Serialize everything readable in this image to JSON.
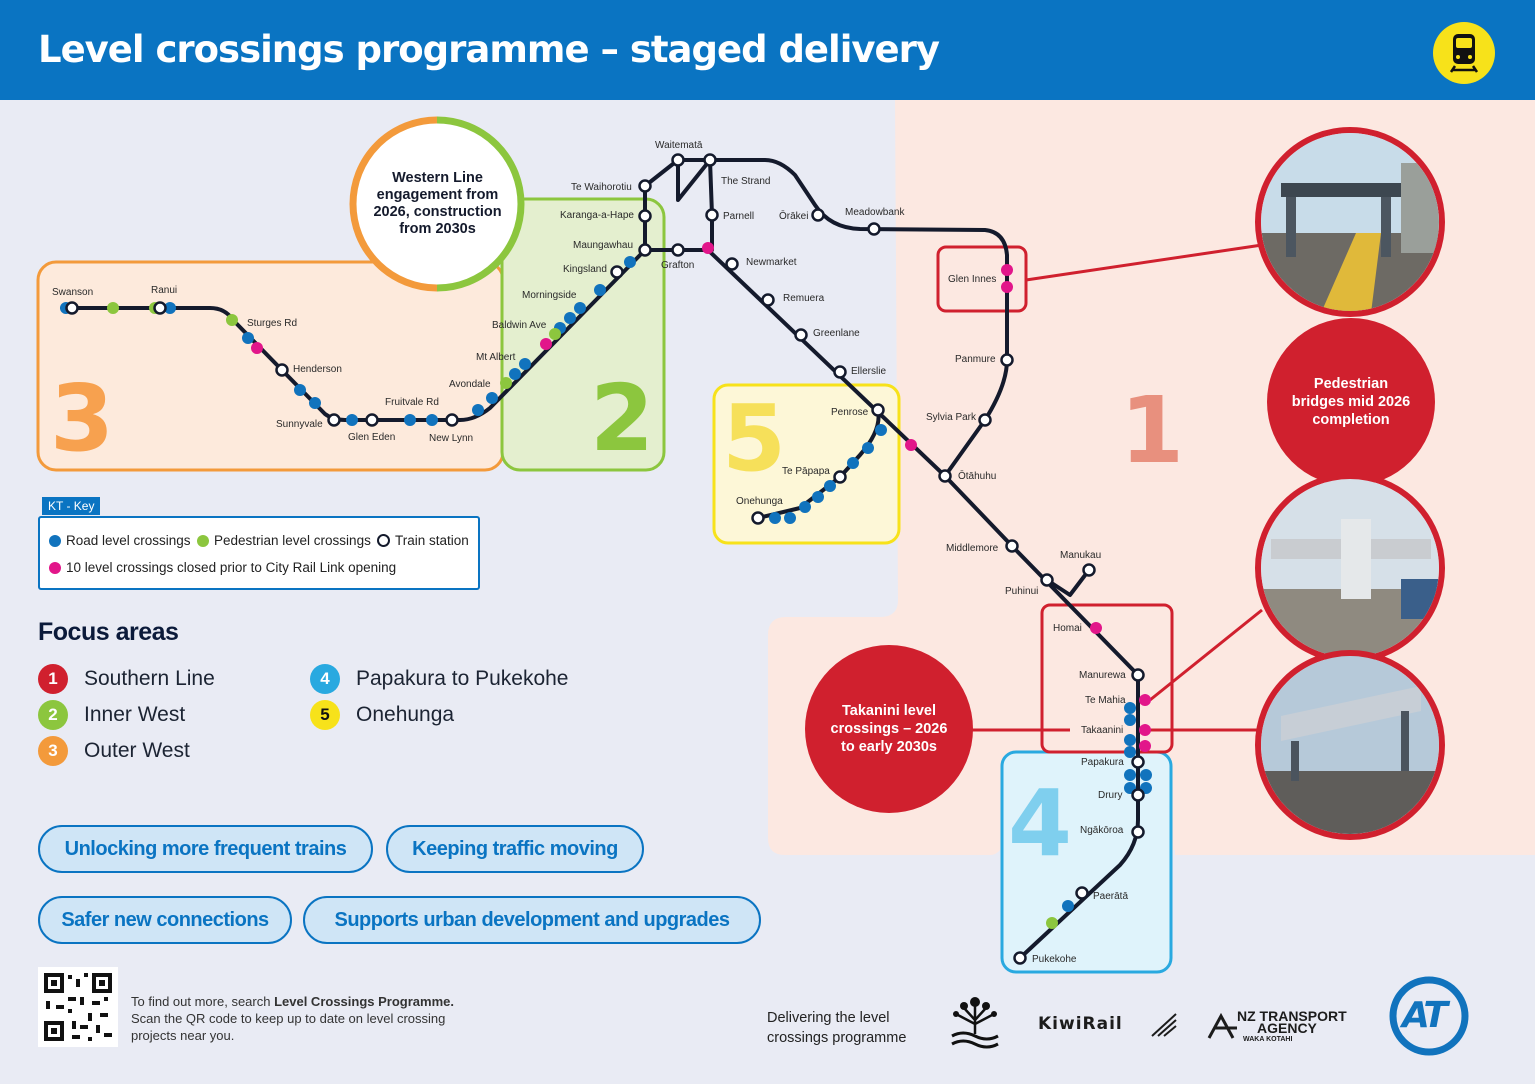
{
  "header": {
    "title": "Level crossings programme – staged delivery",
    "icon": "train-icon"
  },
  "western_line_note": "Western Line engagement from 2026, construction from 2030s",
  "zones": [
    {
      "number": "1",
      "area": "Southern Line",
      "color": "#e8907e"
    },
    {
      "number": "2",
      "area": "Inner West",
      "color": "#8cc63e"
    },
    {
      "number": "3",
      "area": "Outer West",
      "color": "#f7a14f"
    },
    {
      "number": "4",
      "area": "Papakura to Pukekohe",
      "color": "#7fcfee"
    },
    {
      "number": "5",
      "area": "Onehunga",
      "color": "#f6e05a"
    }
  ],
  "stations": {
    "swanson": "Swanson",
    "ranui": "Ranui",
    "sturges": "Sturges Rd",
    "henderson": "Henderson",
    "sunnyvale": "Sunnyvale",
    "glen_eden": "Glen Eden",
    "fruitvale": "Fruitvale Rd",
    "new_lynn": "New Lynn",
    "avondale": "Avondale",
    "mt_albert": "Mt Albert",
    "baldwin": "Baldwin Ave",
    "morningside": "Morningside",
    "kingsland": "Kingsland",
    "maungawhau": "Maungawhau",
    "karangahape": "Karanga-a-Hape",
    "waihorotiu": "Te Waihorotiu",
    "waitemata": "Waitematā",
    "strand": "The Strand",
    "parnell": "Parnell",
    "orakei": "Ōrākei",
    "meadowbank": "Meadowbank",
    "glen_innes": "Glen Innes",
    "panmure": "Panmure",
    "sylvia_park": "Sylvia Park",
    "otahuhu": "Ōtāhuhu",
    "grafton": "Grafton",
    "newmarket": "Newmarket",
    "remuera": "Remuera",
    "greenlane": "Greenlane",
    "ellerslie": "Ellerslie",
    "penrose": "Penrose",
    "te_papapa": "Te Pāpapa",
    "onehunga": "Onehunga",
    "middlemore": "Middlemore",
    "manukau": "Manukau",
    "puhinui": "Puhinui",
    "homai": "Homai",
    "manurewa": "Manurewa",
    "te_mahia": "Te Mahia",
    "takanini": "Takaanini",
    "papakura": "Papakura",
    "drury": "Drury",
    "ngakoroa": "Ngākōroa",
    "paerata": "Paerātā",
    "pukekohe": "Pukekohe"
  },
  "key": {
    "tag": "KT - Key",
    "road": "Road level crossings",
    "pedestrian": "Pedestrian level crossings",
    "station": "Train station",
    "closed": "10 level crossings closed prior to City Rail Link opening"
  },
  "focus": {
    "title": "Focus areas",
    "items": [
      {
        "n": "1",
        "label": "Southern Line",
        "color": "#d0202e"
      },
      {
        "n": "2",
        "label": "Inner West",
        "color": "#8cc63e"
      },
      {
        "n": "3",
        "label": "Outer West",
        "color": "#f39a3b"
      },
      {
        "n": "4",
        "label": "Papakura to Pukekohe",
        "color": "#29a9e0"
      },
      {
        "n": "5",
        "label": "Onehunga",
        "color": "#f7e21a"
      }
    ]
  },
  "benefits": [
    "Unlocking more frequent trains",
    "Keeping traffic moving",
    "Safer new connections",
    "Supports urban development and upgrades"
  ],
  "callouts": {
    "bridges": "Pedestrian bridges mid 2026 completion",
    "takanini": "Takanini level crossings – 2026 to early 2030s"
  },
  "footer": {
    "qr_line1_a": "To find out more, search ",
    "qr_line1_b": "Level Crossings Programme.",
    "qr_line2": "Scan the QR code to keep up to date on level crossing projects near you.",
    "delivering": "Delivering the level crossings programme",
    "kiwirail": "KiwiRail",
    "nzta_1": "NZ TRANSPORT",
    "nzta_2": "AGENCY",
    "nzta_3": "WAKA KOTAHI",
    "at": "AT"
  },
  "colors": {
    "road": "#1173bd",
    "pedestrian": "#8cc63e",
    "closed": "#e2168a",
    "line": "#141a2c",
    "header": "#0a74c2",
    "red": "#d0202e"
  }
}
